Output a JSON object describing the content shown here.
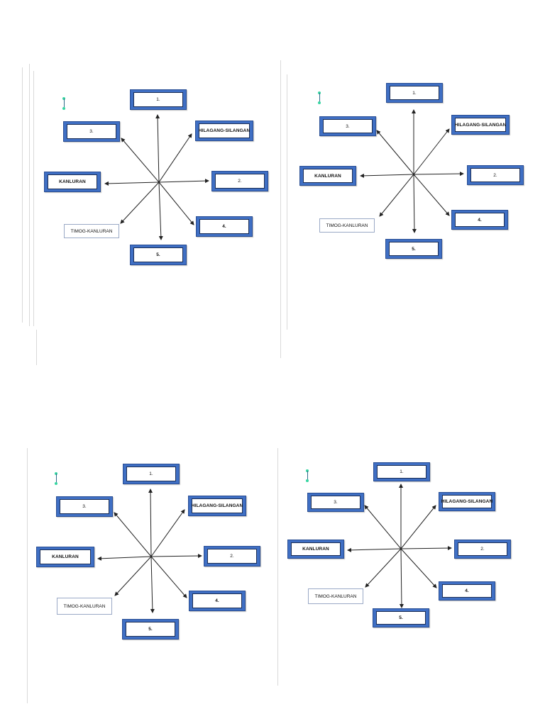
{
  "labels": {
    "north": "1.",
    "east": "2.",
    "northwest": "3.",
    "southeast": "4.",
    "south": "5.",
    "northeast": "HILAGANG-SILANGAN",
    "west": "KANLURAN",
    "southwest": "TIMOG-KANLURAN"
  },
  "colors": {
    "box_border": "#3f6fc4",
    "pin": "#37d6a2",
    "arrow": "#222222"
  }
}
